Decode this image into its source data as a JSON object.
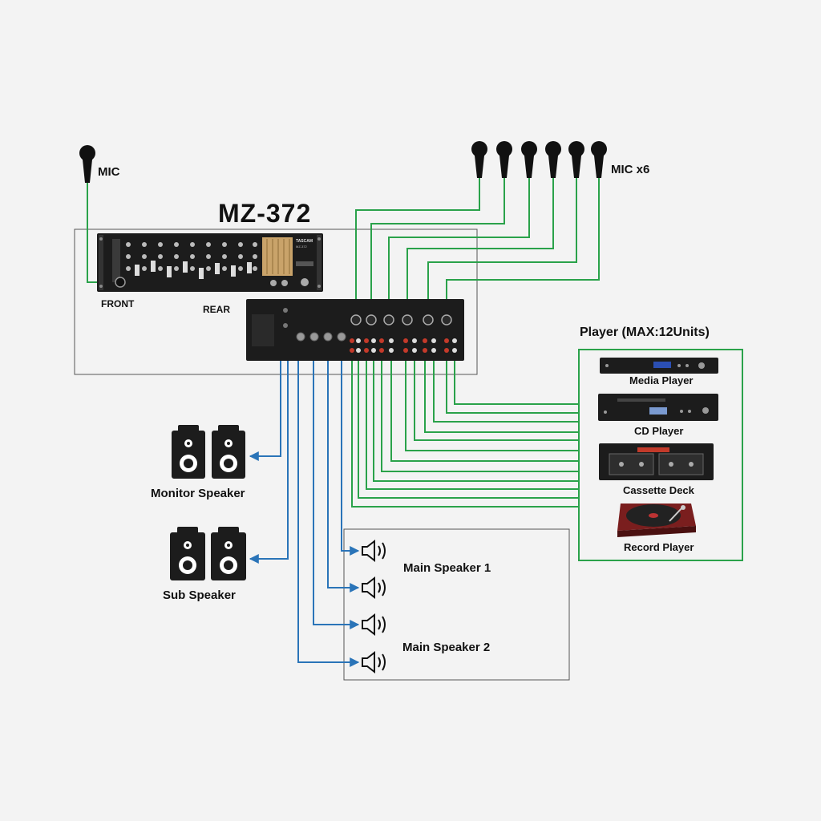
{
  "title": "MZ-372",
  "labels": {
    "mic_single": "MIC",
    "mic_group": "MIC x6",
    "front": "FRONT",
    "rear": "REAR",
    "player_group": "Player (MAX:12Units)",
    "monitor_speaker": "Monitor Speaker",
    "sub_speaker": "Sub Speaker",
    "main_speaker_1": "Main Speaker 1",
    "main_speaker_2": "Main Speaker 2"
  },
  "front_panel": {
    "brand": "TASCAM",
    "model": "MZ-372"
  },
  "players": [
    {
      "name": "Media Player",
      "icon": "media-player-icon"
    },
    {
      "name": "CD Player",
      "icon": "cd-player-icon"
    },
    {
      "name": "Cassette Deck",
      "icon": "cassette-deck-icon"
    },
    {
      "name": "Record Player",
      "icon": "record-player-icon"
    }
  ],
  "colors": {
    "background": "#f3f3f3",
    "input_wire": "#2aa24a",
    "output_wire": "#2a74b8",
    "player_box": "#2aa24a",
    "box_outline": "#555555",
    "device_dark": "#1c1c1c"
  }
}
